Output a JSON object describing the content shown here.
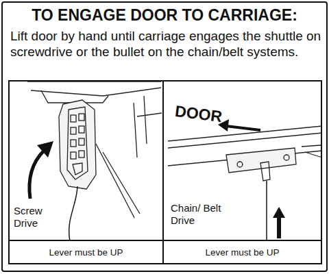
{
  "diagram": {
    "title": "TO ENGAGE DOOR TO CARRIAGE:",
    "nodes": [
      {
        "text": [
          "Screw Drive",
          "Lever must be UP"
        ]
      },
      {
        "text": [
          "DOOR",
          "Chain/ Belt Drive",
          "Lever must be UP"
        ]
      }
    ],
    "labels": [
      "Lift door by hand until carriage engages the shuttle on screwdrive or the bullet on the chain/belt systems."
    ]
  }
}
